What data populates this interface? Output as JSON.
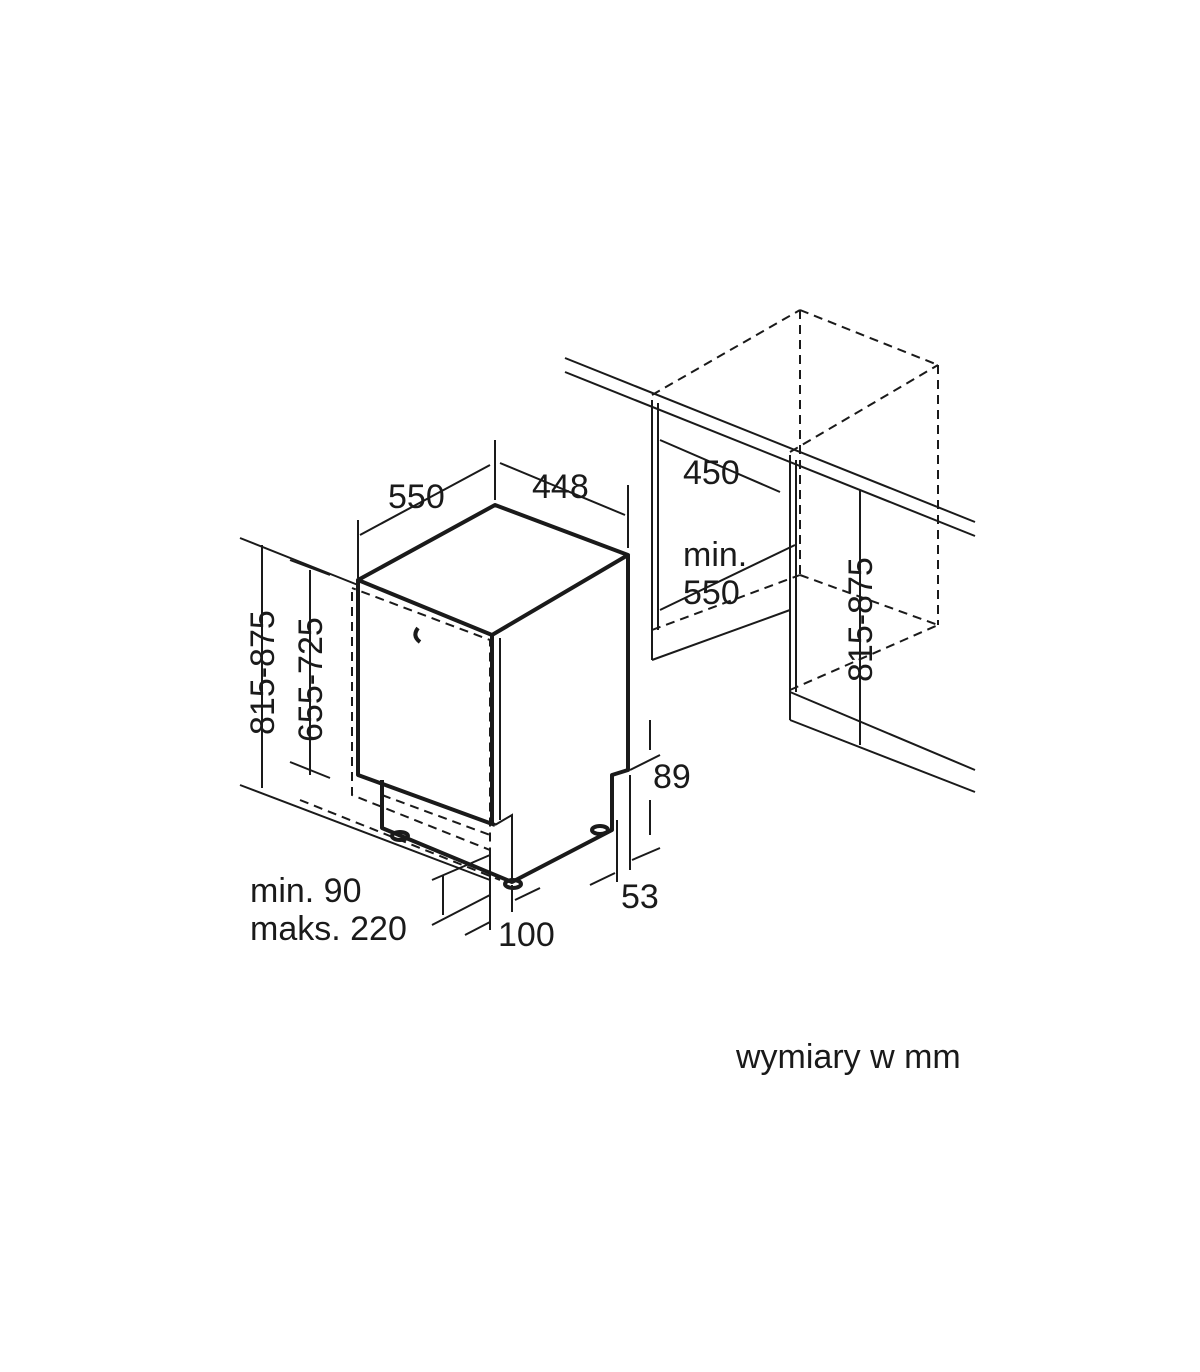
{
  "diagram": {
    "dimensions": {
      "depth": "550",
      "width": "448",
      "niche_width": "450",
      "niche_depth_label": "min.",
      "niche_depth": "550",
      "height_total": "815-875",
      "height_door": "655-725",
      "niche_height": "815-875",
      "plinth_top": "89",
      "plinth_side": "53",
      "plinth_min": "min. 90",
      "plinth_max": "maks. 220",
      "foot_offset": "100"
    },
    "units_note": "wymiary w mm"
  }
}
